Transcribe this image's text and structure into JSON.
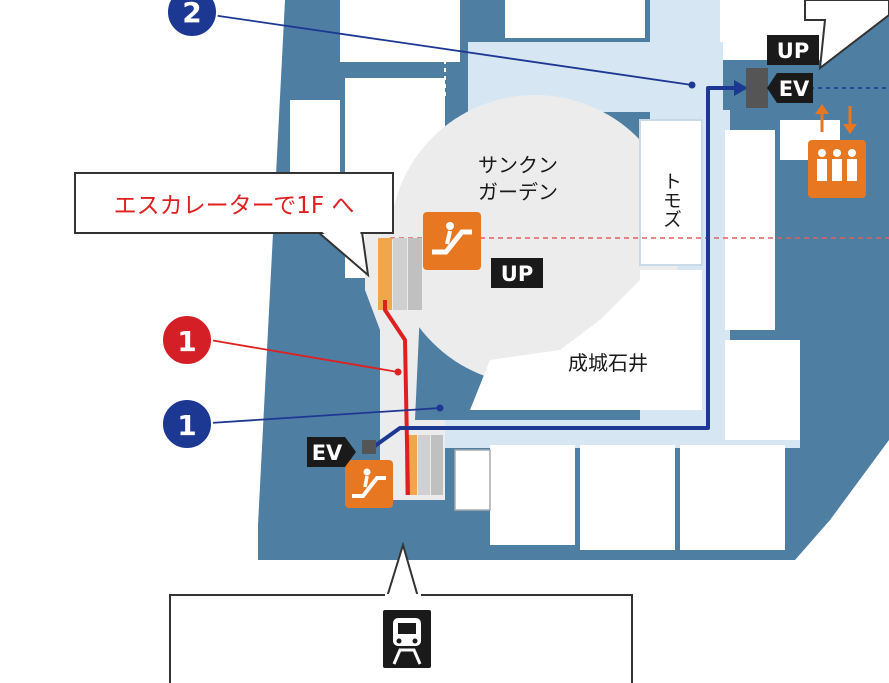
{
  "map": {
    "callouts": {
      "escalator_to_1f": "エスカレーターで1F へ"
    },
    "areas": {
      "sunken_garden_line1": "サンクン",
      "sunken_garden_line2": "ガーデン",
      "tomozu": "トモズ",
      "seijo_ishii": "成城石井"
    },
    "badges": {
      "up_top": "UP",
      "ev_top": "EV",
      "up_center": "UP",
      "ev_bottom": "EV"
    },
    "route_markers": {
      "marker_2": "2",
      "marker_1_red": "1",
      "marker_1_blue": "1"
    },
    "colors": {
      "floor_blue": "#4e7ea2",
      "corridor_light": "#d6e6f3",
      "garden_gray": "#ececec",
      "route_red": "#e02020",
      "route_blue": "#1d3893",
      "accent_orange": "#e87722",
      "label_dark": "#1a1a1a"
    },
    "icons": [
      "escalator-icon",
      "elevator-icon",
      "people-icon",
      "train-icon",
      "arrow-up-icon",
      "arrow-down-icon"
    ]
  }
}
